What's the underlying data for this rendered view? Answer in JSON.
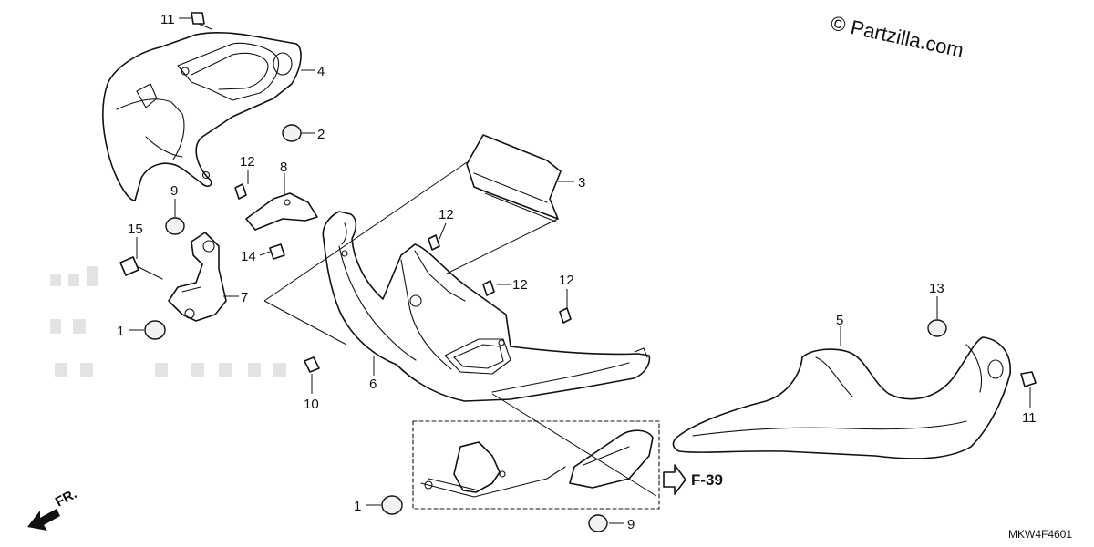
{
  "watermark": "© Partzilla.com",
  "diagram_code": "MKW4F4601",
  "direction_label": "FR.",
  "page_reference": "F-39",
  "callouts": {
    "c1a": "1",
    "c1b": "1",
    "c2": "2",
    "c3": "3",
    "c4": "4",
    "c5": "5",
    "c6": "6",
    "c7": "7",
    "c8": "8",
    "c9a": "9",
    "c9b": "9",
    "c10": "10",
    "c11a": "11",
    "c11b": "11",
    "c12a": "12",
    "c12b": "12",
    "c12c": "12",
    "c12d": "12",
    "c13": "13",
    "c14": "14",
    "c15": "15"
  }
}
